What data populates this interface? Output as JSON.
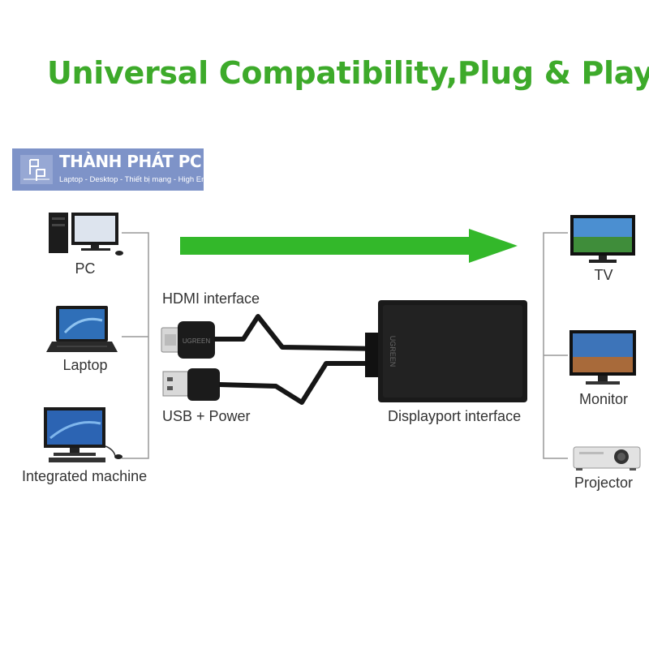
{
  "title": "Universal Compatibility,Plug & Play",
  "logo": {
    "name": "THÀNH PHÁT PC",
    "tagline": "Laptop - Desktop - Thiết bị mạng - High End"
  },
  "sources": [
    {
      "label": "PC"
    },
    {
      "label": "Laptop"
    },
    {
      "label": "Integrated machine"
    }
  ],
  "outputs": [
    {
      "label": "TV"
    },
    {
      "label": "Monitor"
    },
    {
      "label": "Projector"
    }
  ],
  "adapter": {
    "hdmi_label": "HDMI interface",
    "usb_label": "USB + Power",
    "dp_label": "Displayport interface",
    "brand_text": "UGREEN"
  },
  "colors": {
    "title": "#3daa2a",
    "arrow": "#33b82a",
    "logo_bg": "#7e93c8",
    "bracket": "#999999"
  }
}
